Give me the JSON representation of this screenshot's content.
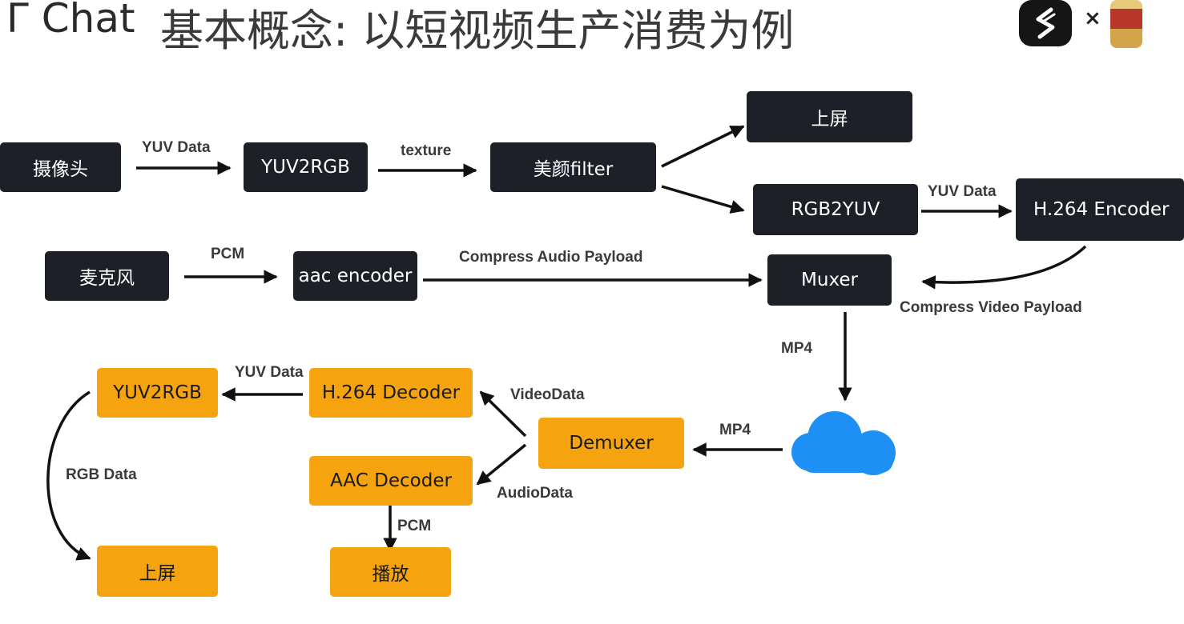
{
  "header": {
    "app_title": "Γ Chat",
    "slide_title": "基本概念: 以短视频生产消费为例",
    "collab_mark": "×"
  },
  "nodes": {
    "camera": "摄像头",
    "yuv2rgb_top": "YUV2RGB",
    "beauty_filter": "美颜filter",
    "display_top": "上屏",
    "rgb2yuv": "RGB2YUV",
    "h264_encoder": "H.264 Encoder",
    "microphone": "麦克风",
    "aac_encoder": "aac encoder",
    "muxer": "Muxer",
    "yuv2rgb_bottom": "YUV2RGB",
    "h264_decoder": "H.264 Decoder",
    "demuxer": "Demuxer",
    "aac_decoder": "AAC Decoder",
    "display_bottom": "上屏",
    "playback": "播放"
  },
  "edge_labels": {
    "yuv_data_1": "YUV Data",
    "texture": "texture",
    "yuv_data_2": "YUV Data",
    "pcm_1": "PCM",
    "compress_audio": "Compress Audio Payload",
    "compress_video": "Compress Video Payload",
    "mp4_1": "MP4",
    "mp4_2": "MP4",
    "video_data": "VideoData",
    "audio_data": "AudioData",
    "yuv_data_3": "YUV Data",
    "rgb_data": "RGB Data",
    "pcm_2": "PCM"
  },
  "colors": {
    "dark_node": "#1d2027",
    "orange_node": "#f5a30e",
    "cloud": "#1e90f5",
    "arrow": "#111111"
  }
}
